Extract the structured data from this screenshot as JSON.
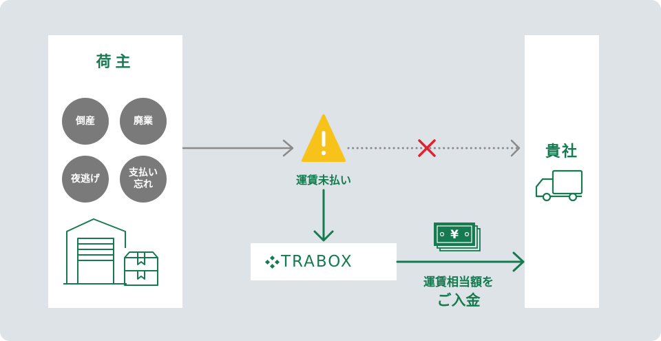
{
  "shipper": {
    "title": "荷主",
    "causes": [
      "倒産",
      "廃業",
      "夜逃げ",
      "支払い\n忘れ"
    ]
  },
  "company": {
    "title": "貴社"
  },
  "flow": {
    "unpaid_label": "運賃未払い",
    "service_name": "TRABOX",
    "payment_label_line1": "運賃相当額を",
    "payment_label_line2": "ご入金",
    "currency_symbol": "¥"
  },
  "colors": {
    "background": "#dde3e6",
    "brand_green": "#157a4f",
    "gray": "#7a7a7a",
    "warning_yellow": "#f7c21a",
    "cross_red": "#e0202d"
  },
  "icons": [
    "warehouse-icon",
    "cardboard-box-icon",
    "warning-icon",
    "cross-icon",
    "truck-icon",
    "banknote-icon"
  ]
}
